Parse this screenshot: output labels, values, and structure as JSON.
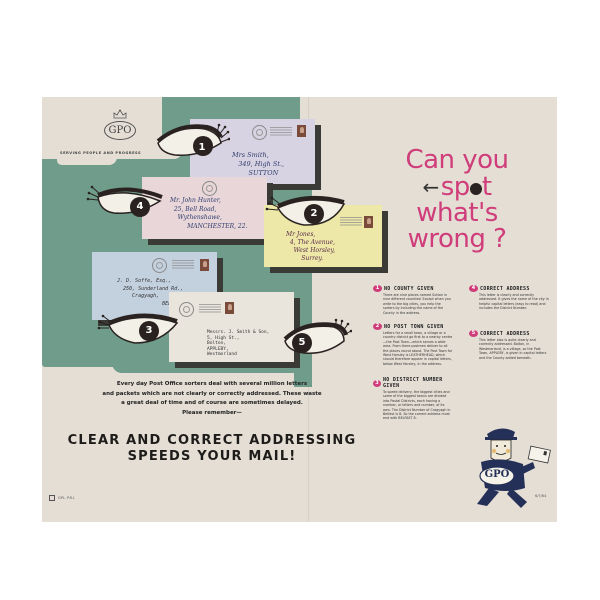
{
  "poster": {
    "colors": {
      "background": "#e4ded5",
      "green": "#6f9c8b",
      "headline_pink": "#cf3d7a",
      "dark": "#2a2220",
      "navy": "#243057"
    },
    "logo": {
      "crown_icon": "crown-icon",
      "text": "GPO",
      "tagline": "SERVING PEOPLE AND PROGRESS"
    },
    "headline": {
      "line1": "Can you",
      "arrow": "←",
      "line2_prefix": "sp",
      "line2_suffix": "t",
      "line3": "what's",
      "line4": "wrong ?"
    },
    "envelopes": [
      {
        "number": "1",
        "address": "Mrs Smith,\n   349, High St.,\n        SUTTON",
        "color": "#d8d3e2"
      },
      {
        "number": "2",
        "address": "Mr Jones,\n  4, The Avenue,\n    West Horsley,\n        Surrey.",
        "color": "#ede8a8"
      },
      {
        "number": "3",
        "address": "J. D. Soffe, Esq.,\n  250, Sunderland Rd.,\n     Cragyagh,\n               BELFAST.",
        "color": "#c3d0de"
      },
      {
        "number": "4",
        "address": "Mr. John Hunter,\n  25, Bell Road,\n    Wythenshawe,\n         MANCHESTER, 22.",
        "color": "#e8d6d8"
      },
      {
        "number": "5",
        "address": "Messrs. J. Smith & Son,\n5, High St.,\nBolton,\nAPPLEBY,\nWestmorland",
        "color": "#e9e5dc"
      }
    ],
    "answers": [
      {
        "number": "1",
        "title": "NO COUNTY GIVEN",
        "body": "There are nine places named Sutton in nine different counties! Except when you write to the big cities, you help the sorters by including the name of the County in the address."
      },
      {
        "number": "2",
        "title": "NO POST TOWN GIVEN",
        "body": "Letters for a small town, a village or a country district go first to a nearby centre—the Post Town—which serves a wide area. From there postmen deliver to all the places round about. The Post Town for West Horsley is LEATHERHEAD, which should therefore appear in capital letters, below West Horsley, in the address."
      },
      {
        "number": "3",
        "title": "NO DISTRICT NUMBER GIVEN",
        "body": "To speed delivery, the biggest cities and some of the biggest towns are divided into Postal Districts, each having a number, or letters and number, of its own. The District Number of Cragyagh in Belfast is 8. So the correct address must end with BELFAST 8."
      },
      {
        "number": "4",
        "title": "CORRECT ADDRESS",
        "body": "This letter is clearly and correctly addressed. It gives the name of the city in helpful capital letters (easy to read) and includes the District Number."
      },
      {
        "number": "5",
        "title": "CORRECT ADDRESS",
        "body": "This letter also is quite clearly and correctly addressed. Bolton, in Westmorland, is a village, so the Post Town, APPLEBY, is given in capital letters and the County added beneath."
      }
    ],
    "body_text": {
      "line1": "Every day Post Office sorters deal with several million letters",
      "line2": "and packets which are not clearly or correctly addressed. These waste",
      "line3": "a great deal of time and of course are sometimes delayed.",
      "line4": "Please remember—"
    },
    "slogan": {
      "line1": "CLEAR AND CORRECT ADDRESSING",
      "line2": "SPEEDS YOUR MAIL!"
    },
    "postman": {
      "badge": "GPO"
    },
    "imprint_left": "GPL. P.R.I.",
    "imprint_right": "6/7/64"
  }
}
